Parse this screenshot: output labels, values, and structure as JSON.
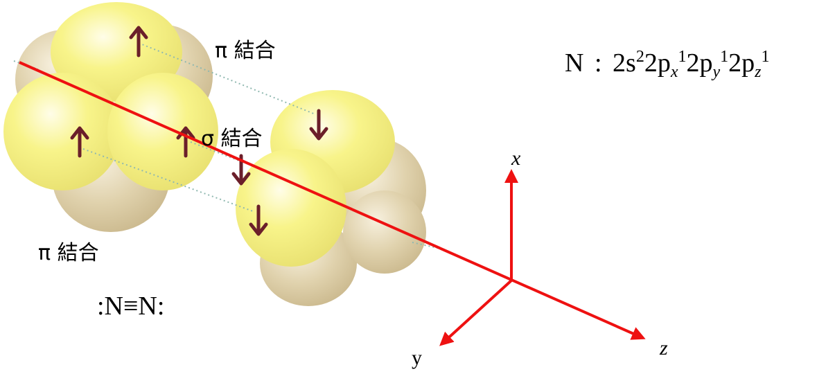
{
  "labels": {
    "pi_top": "π 結合",
    "sigma": "σ 結合",
    "pi_bottom": "π 結合",
    "lewis": ":N≡N:"
  },
  "electron_config": {
    "element": "N",
    "separator": ":",
    "terms": [
      {
        "base": "2s",
        "sub": "",
        "sup": "2"
      },
      {
        "base": "2p",
        "sub": "x",
        "sup": "1"
      },
      {
        "base": "2p",
        "sub": "y",
        "sup": "1"
      },
      {
        "base": "2p",
        "sub": "z",
        "sup": "1"
      }
    ]
  },
  "axes": {
    "x": "x",
    "y": "y",
    "z": "z",
    "color": "#ee1111"
  },
  "colors": {
    "lobe_yellow": "#f6f27a",
    "lobe_tan": "#d8c9a0",
    "spin_arrow": "#6b1f2a",
    "dotted_link": "#8fb8b0"
  }
}
